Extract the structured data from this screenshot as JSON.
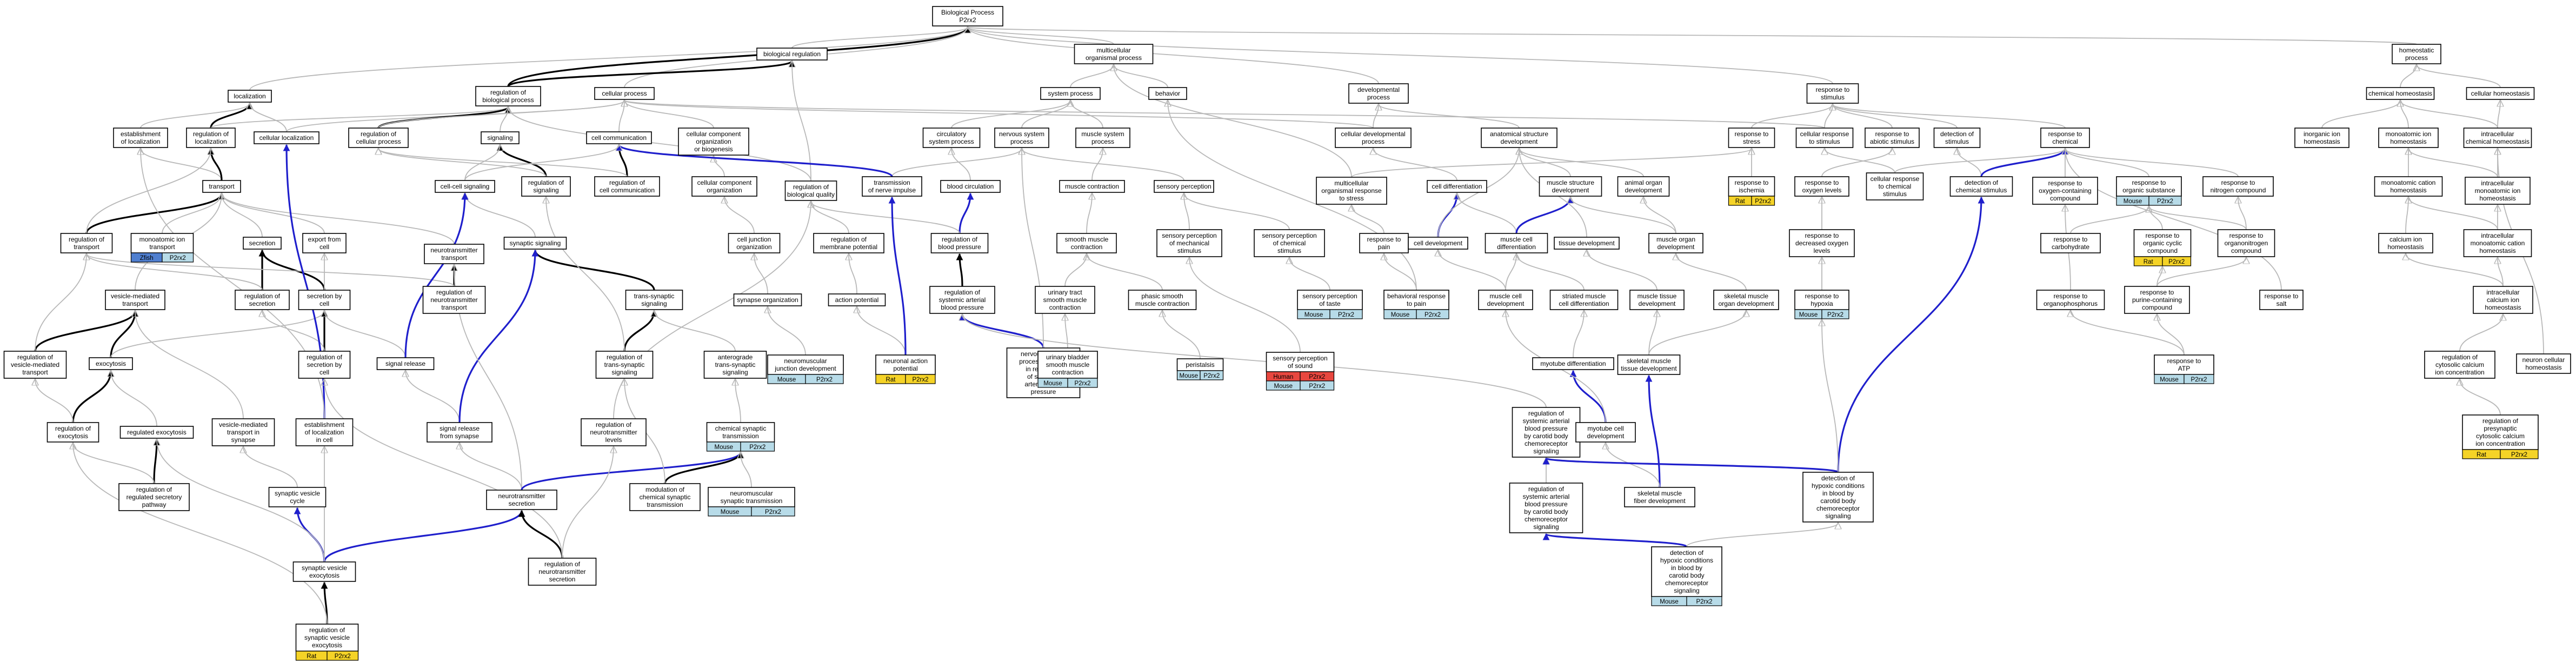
{
  "colors": {
    "edge_gray": "#b8b8b8",
    "edge_black": "#000000",
    "edge_blue": "#1f1fcc",
    "tag_mouse": "#b7dbe8",
    "tag_rat": "#f5d327",
    "tag_human": "#e8473f",
    "tag_zfish": "#4f7fd0",
    "tag_gene": "#b7dbe8"
  },
  "nodes": [
    {
      "id": "bp",
      "lines": [
        "Biological Process",
        "P2rx2"
      ]
    },
    {
      "id": "bioreg",
      "lines": [
        "biological regulation"
      ]
    },
    {
      "id": "localization",
      "lines": [
        "localization"
      ]
    },
    {
      "id": "regbp",
      "lines": [
        "regulation of",
        "biological process"
      ]
    },
    {
      "id": "cellproc",
      "lines": [
        "cellular process"
      ]
    },
    {
      "id": "multicell",
      "lines": [
        "multicellular",
        "organismal process"
      ]
    },
    {
      "id": "sysproc",
      "lines": [
        "system process"
      ]
    },
    {
      "id": "behavior",
      "lines": [
        "behavior"
      ]
    },
    {
      "id": "devproc",
      "lines": [
        "developmental",
        "process"
      ]
    },
    {
      "id": "respstim",
      "lines": [
        "response to",
        "stimulus"
      ]
    },
    {
      "id": "homeoproc",
      "lines": [
        "homeostatic",
        "process"
      ]
    },
    {
      "id": "chemhomeo",
      "lines": [
        "chemical homeostasis"
      ]
    },
    {
      "id": "cellhomeo",
      "lines": [
        "cellular homeostasis"
      ]
    },
    {
      "id": "estloc",
      "lines": [
        "establishment",
        "of localization"
      ]
    },
    {
      "id": "regloc",
      "lines": [
        "regulation of",
        "localization"
      ]
    },
    {
      "id": "cellloc",
      "lines": [
        "cellular localization"
      ]
    },
    {
      "id": "regcellproc",
      "lines": [
        "regulation of",
        "cellular process"
      ]
    },
    {
      "id": "signaling",
      "lines": [
        "signaling"
      ]
    },
    {
      "id": "cellcomm",
      "lines": [
        "cell communication"
      ]
    },
    {
      "id": "ccorg",
      "lines": [
        "cellular component",
        "organization",
        "or biogenesis"
      ]
    },
    {
      "id": "circsys",
      "lines": [
        "circulatory",
        "system process"
      ]
    },
    {
      "id": "nervsys",
      "lines": [
        "nervous system",
        "process"
      ]
    },
    {
      "id": "musclesys",
      "lines": [
        "muscle system",
        "process"
      ]
    },
    {
      "id": "celldevproc",
      "lines": [
        "cellular developmental",
        "process"
      ]
    },
    {
      "id": "anatdev",
      "lines": [
        "anatomical structure",
        "development"
      ]
    },
    {
      "id": "respstress",
      "lines": [
        "response to",
        "stress"
      ]
    },
    {
      "id": "cellrespstim",
      "lines": [
        "cellular response",
        "to stimulus"
      ]
    },
    {
      "id": "respabiotic",
      "lines": [
        "response to",
        "abiotic stimulus"
      ]
    },
    {
      "id": "detstim",
      "lines": [
        "detection of",
        "stimulus"
      ]
    },
    {
      "id": "respchem",
      "lines": [
        "response to",
        "chemical"
      ]
    },
    {
      "id": "inorgion",
      "lines": [
        "inorganic ion",
        "homeostasis"
      ]
    },
    {
      "id": "monoatomhomeo",
      "lines": [
        "monoatomic ion",
        "homeostasis"
      ]
    },
    {
      "id": "intracellchem",
      "lines": [
        "intracellular",
        "chemical homeostasis"
      ]
    },
    {
      "id": "transport",
      "lines": [
        "transport"
      ]
    },
    {
      "id": "regsig",
      "lines": [
        "regulation of",
        "signaling"
      ]
    },
    {
      "id": "regcellcomm",
      "lines": [
        "regulation of",
        "cell communication"
      ]
    },
    {
      "id": "cellcomporg",
      "lines": [
        "cellular component",
        "organization"
      ]
    },
    {
      "id": "regbioqual",
      "lines": [
        "regulation of",
        "biological quality"
      ]
    },
    {
      "id": "transnerve",
      "lines": [
        "transmission",
        "of nerve impulse"
      ]
    },
    {
      "id": "bloodcirc",
      "lines": [
        "blood circulation"
      ]
    },
    {
      "id": "musclecontr",
      "lines": [
        "muscle contraction"
      ]
    },
    {
      "id": "sensperc",
      "lines": [
        "sensory perception"
      ]
    },
    {
      "id": "multiresp",
      "lines": [
        "multicellular",
        "organismal response",
        "to stress"
      ]
    },
    {
      "id": "celldiff",
      "lines": [
        "cell differentiation"
      ]
    },
    {
      "id": "musclestructdev",
      "lines": [
        "muscle structure",
        "development"
      ]
    },
    {
      "id": "animalorgandev",
      "lines": [
        "animal organ",
        "development"
      ]
    },
    {
      "id": "respischemia",
      "lines": [
        "response to",
        "ischemia"
      ]
    },
    {
      "id": "respoxylevels",
      "lines": [
        "response to",
        "oxygen levels"
      ]
    },
    {
      "id": "cellrespchem",
      "lines": [
        "cellular response",
        "to chemical",
        "stimulus"
      ]
    },
    {
      "id": "detchemstim",
      "lines": [
        "detection of",
        "chemical stimulus"
      ]
    },
    {
      "id": "respoxycomp",
      "lines": [
        "response to",
        "oxygen-containing",
        "compound"
      ]
    },
    {
      "id": "resporgsub",
      "lines": [
        "response to",
        "organic substance"
      ]
    },
    {
      "id": "respnitro",
      "lines": [
        "response to",
        "nitrogen compound"
      ]
    },
    {
      "id": "monocationhomeo",
      "lines": [
        "monoatomic cation",
        "homeostasis"
      ]
    },
    {
      "id": "intramonoion",
      "lines": [
        "intracellular",
        "monoatomic ion",
        "homeostasis"
      ]
    },
    {
      "id": "celljunction",
      "lines": [
        "cell-cell signaling"
      ]
    },
    {
      "id": "monoiontransport",
      "lines": [
        "monoatomic ion",
        "transport"
      ]
    },
    {
      "id": "regtransport",
      "lines": [
        "regulation of",
        "transport"
      ]
    },
    {
      "id": "secretion",
      "lines": [
        "secretion"
      ]
    },
    {
      "id": "exportcell",
      "lines": [
        "export from",
        "cell"
      ]
    },
    {
      "id": "ntransport",
      "lines": [
        "neurotransmitter",
        "transport"
      ]
    },
    {
      "id": "synsig",
      "lines": [
        "synaptic signaling"
      ]
    },
    {
      "id": "celljuncorg",
      "lines": [
        "cell junction",
        "organization"
      ]
    },
    {
      "id": "regmembpot",
      "lines": [
        "regulation of",
        "membrane potential"
      ]
    },
    {
      "id": "regbp2",
      "lines": [
        "regulation of",
        "blood pressure"
      ]
    },
    {
      "id": "smoothcontr",
      "lines": [
        "smooth muscle",
        "contraction"
      ]
    },
    {
      "id": "sensmech",
      "lines": [
        "sensory perception",
        "of mechanical",
        "stimulus"
      ]
    },
    {
      "id": "senschem",
      "lines": [
        "sensory perception",
        "of chemical",
        "stimulus"
      ]
    },
    {
      "id": "resppain",
      "lines": [
        "response to",
        "pain"
      ]
    },
    {
      "id": "celldev",
      "lines": [
        "cell development"
      ]
    },
    {
      "id": "musclecelldiff",
      "lines": [
        "muscle cell",
        "differentiation"
      ]
    },
    {
      "id": "tissuedev",
      "lines": [
        "tissue development"
      ]
    },
    {
      "id": "muscleorgandev",
      "lines": [
        "muscle organ",
        "development"
      ]
    },
    {
      "id": "respdecoxy",
      "lines": [
        "response to",
        "decreased oxygen",
        "levels"
      ]
    },
    {
      "id": "respcarbo",
      "lines": [
        "response to",
        "carbohydrate"
      ]
    },
    {
      "id": "resporgcyclic",
      "lines": [
        "response to",
        "organic cyclic",
        "compound"
      ]
    },
    {
      "id": "resporganonitro",
      "lines": [
        "response to",
        "organonitrogen",
        "compound"
      ]
    },
    {
      "id": "calciumhomeo",
      "lines": [
        "calcium ion",
        "homeostasis"
      ]
    },
    {
      "id": "intracationhomeo",
      "lines": [
        "intracellular",
        "monoatomic cation",
        "homeostasis"
      ]
    },
    {
      "id": "regsecretion",
      "lines": [
        "regulation of",
        "secretion"
      ]
    },
    {
      "id": "secbycell",
      "lines": [
        "secretion by",
        "cell"
      ]
    },
    {
      "id": "regntransport",
      "lines": [
        "regulation of",
        "neurotransmitter",
        "transport"
      ]
    },
    {
      "id": "transsyn",
      "lines": [
        "trans-synaptic",
        "signaling"
      ]
    },
    {
      "id": "vesicletransport",
      "lines": [
        "vesicle-mediated",
        "transport"
      ]
    },
    {
      "id": "synapseorg",
      "lines": [
        "synapse organization"
      ]
    },
    {
      "id": "actionpot",
      "lines": [
        "action potential"
      ]
    },
    {
      "id": "regsysbp",
      "lines": [
        "regulation of",
        "systemic arterial",
        "blood pressure"
      ]
    },
    {
      "id": "urinarycontr",
      "lines": [
        "urinary tract",
        "smooth muscle",
        "contraction"
      ]
    },
    {
      "id": "phasiccontr",
      "lines": [
        "phasic smooth",
        "muscle contraction"
      ]
    },
    {
      "id": "sensperctaste",
      "lines": [
        "sensory perception",
        "of taste"
      ]
    },
    {
      "id": "behresppain",
      "lines": [
        "behavioral response",
        "to pain"
      ]
    },
    {
      "id": "musclecelldev",
      "lines": [
        "muscle cell",
        "development"
      ]
    },
    {
      "id": "striateddiff",
      "lines": [
        "striated muscle",
        "cell differentiation"
      ]
    },
    {
      "id": "muscletissuedev",
      "lines": [
        "muscle tissue",
        "development"
      ]
    },
    {
      "id": "skelorgandev",
      "lines": [
        "skeletal muscle",
        "organ development"
      ]
    },
    {
      "id": "resphypoxia",
      "lines": [
        "response to",
        "hypoxia"
      ]
    },
    {
      "id": "resporganophos",
      "lines": [
        "response to",
        "organophosphorus"
      ]
    },
    {
      "id": "resppurine",
      "lines": [
        "response to",
        "purine-containing",
        "compound"
      ]
    },
    {
      "id": "respsalt",
      "lines": [
        "response to",
        "salt"
      ]
    },
    {
      "id": "intracalcium",
      "lines": [
        "intracellular",
        "calcium ion",
        "homeostasis"
      ]
    },
    {
      "id": "regvesicle",
      "lines": [
        "regulation of",
        "vesicle-mediated",
        "transport"
      ]
    },
    {
      "id": "exocytosis",
      "lines": [
        "exocytosis"
      ]
    },
    {
      "id": "regsecbycell",
      "lines": [
        "regulation of",
        "secretion by",
        "cell"
      ]
    },
    {
      "id": "signalrelease",
      "lines": [
        "signal release"
      ]
    },
    {
      "id": "regtranssyn",
      "lines": [
        "regulation of",
        "trans-synaptic",
        "signaling"
      ]
    },
    {
      "id": "anterograde",
      "lines": [
        "anterograde",
        "trans-synaptic",
        "signaling"
      ]
    },
    {
      "id": "neuromuscjunc",
      "lines": [
        "neuromuscular",
        "junction development"
      ]
    },
    {
      "id": "neuronap",
      "lines": [
        "neuronal action",
        "potential"
      ]
    },
    {
      "id": "nervsysbp",
      "lines": [
        "nervous system",
        "process involved",
        "in regulation",
        "of systemic",
        "arterial blood",
        "pressure"
      ]
    },
    {
      "id": "urinarybladder",
      "lines": [
        "urinary bladder",
        "smooth muscle",
        "contraction"
      ]
    },
    {
      "id": "peristalsis",
      "lines": [
        "peristalsis"
      ]
    },
    {
      "id": "sensoundperc",
      "lines": [
        "sensory perception",
        "of sound"
      ]
    },
    {
      "id": "myotubediff",
      "lines": [
        "myotube differentiation"
      ]
    },
    {
      "id": "skeltissuedev",
      "lines": [
        "skeletal muscle",
        "tissue development"
      ]
    },
    {
      "id": "respatp",
      "lines": [
        "response to",
        "ATP"
      ]
    },
    {
      "id": "regcytcalcium",
      "lines": [
        "regulation of",
        "cytosolic calcium",
        "ion concentration"
      ]
    },
    {
      "id": "neuroncellhomeo",
      "lines": [
        "neuron cellular",
        "homeostasis"
      ]
    },
    {
      "id": "regexocytosis",
      "lines": [
        "regulation of",
        "exocytosis"
      ]
    },
    {
      "id": "regulatedexo",
      "lines": [
        "regulated exocytosis"
      ]
    },
    {
      "id": "vesiclesynapse",
      "lines": [
        "vesicle-mediated",
        "transport in",
        "synapse"
      ]
    },
    {
      "id": "estlocincell",
      "lines": [
        "establishment",
        "of localization",
        "in cell"
      ]
    },
    {
      "id": "sigrelsynapse",
      "lines": [
        "signal release",
        "from synapse"
      ]
    },
    {
      "id": "regntlevels",
      "lines": [
        "regulation of",
        "neurotransmitter",
        "levels"
      ]
    },
    {
      "id": "chemsyntrans",
      "lines": [
        "chemical synaptic",
        "transmission"
      ]
    },
    {
      "id": "regsysbpcarotid",
      "lines": [
        "regulation of",
        "systemic arterial",
        "blood pressure",
        "by carotid body",
        "chemoreceptor",
        "signaling"
      ]
    },
    {
      "id": "myotubecelldev",
      "lines": [
        "myotube cell",
        "development"
      ]
    },
    {
      "id": "regpresyncalcium",
      "lines": [
        "regulation of",
        "presynaptic",
        "cytosolic calcium",
        "ion concentration"
      ]
    },
    {
      "id": "regregsec",
      "lines": [
        "regulation of",
        "regulated secretory",
        "pathway"
      ]
    },
    {
      "id": "synvesiclecycle",
      "lines": [
        "synaptic vesicle",
        "cycle"
      ]
    },
    {
      "id": "ntsecretion",
      "lines": [
        "neurotransmitter",
        "secretion"
      ]
    },
    {
      "id": "modchemsyn",
      "lines": [
        "modulation of",
        "chemical synaptic",
        "transmission"
      ]
    },
    {
      "id": "neuromuscsyn",
      "lines": [
        "neuromuscular",
        "synaptic transmission"
      ]
    },
    {
      "id": "regsysbpcarotid2",
      "lines": [
        "regulation of",
        "systemic arterial",
        "blood pressure",
        "by carotid body",
        "chemoreceptor",
        "signaling"
      ]
    },
    {
      "id": "skelfiberdev",
      "lines": [
        "skeletal muscle",
        "fiber development"
      ]
    },
    {
      "id": "dethypoxic",
      "lines": [
        "detection of",
        "hypoxic conditions",
        "in blood by",
        "carotid body",
        "chemoreceptor",
        "signaling"
      ]
    },
    {
      "id": "synvesexo",
      "lines": [
        "synaptic vesicle",
        "exocytosis"
      ]
    },
    {
      "id": "regntsecretion",
      "lines": [
        "regulation of",
        "neurotransmitter",
        "secretion"
      ]
    },
    {
      "id": "dethypoxic2",
      "lines": [
        "detection of",
        "hypoxic conditions",
        "in blood by",
        "carotid body",
        "chemoreceptor",
        "signaling"
      ]
    },
    {
      "id": "regsynvesexo",
      "lines": [
        "regulation of",
        "synaptic vesicle",
        "exocytosis"
      ]
    }
  ],
  "tags": {
    "mouse": "Mouse",
    "rat": "Rat",
    "human": "Human",
    "zfish": "Zfish",
    "gene": "P2rx2",
    "gene_rat": "P2rx2"
  }
}
